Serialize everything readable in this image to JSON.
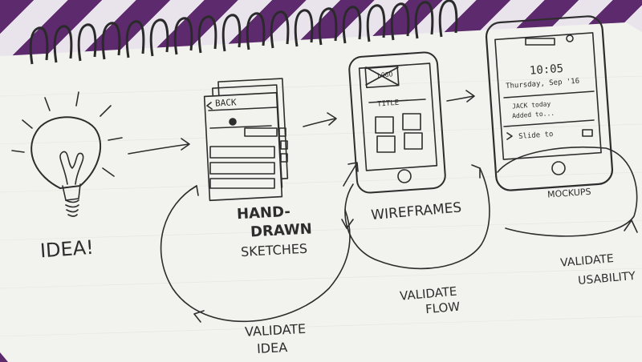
{
  "sketch": {
    "idea_label": "IDEA!",
    "hand_label": "HAND-",
    "drawn_label": "DRAWN",
    "sketches_label": "SKETCHES",
    "wireframes_label": "WIREFRAMES",
    "mockups_label": "MOCKUPS",
    "validate_idea_1": "VALIDATE",
    "validate_idea_2": "IDEA",
    "validate_flow_1": "VALIDATE",
    "validate_flow_2": "FLOW",
    "validate_usability_1": "VALIDATE",
    "validate_usability_2": "USABILITY",
    "back_label": "BACK",
    "logo_label": "LOGO",
    "title_label": "TITLE",
    "mock_time": "10:05",
    "mock_date": "Thursday, Sep '16",
    "mock_event_1": "JACK today",
    "mock_event_2": "Added to...",
    "mock_slide": "Slide to",
    "colors": {
      "ink": "#2d2d2d",
      "paper": "#f2f2ee",
      "cloth_purple": "#5d2a6e",
      "coil": "#2a2a2a"
    }
  }
}
